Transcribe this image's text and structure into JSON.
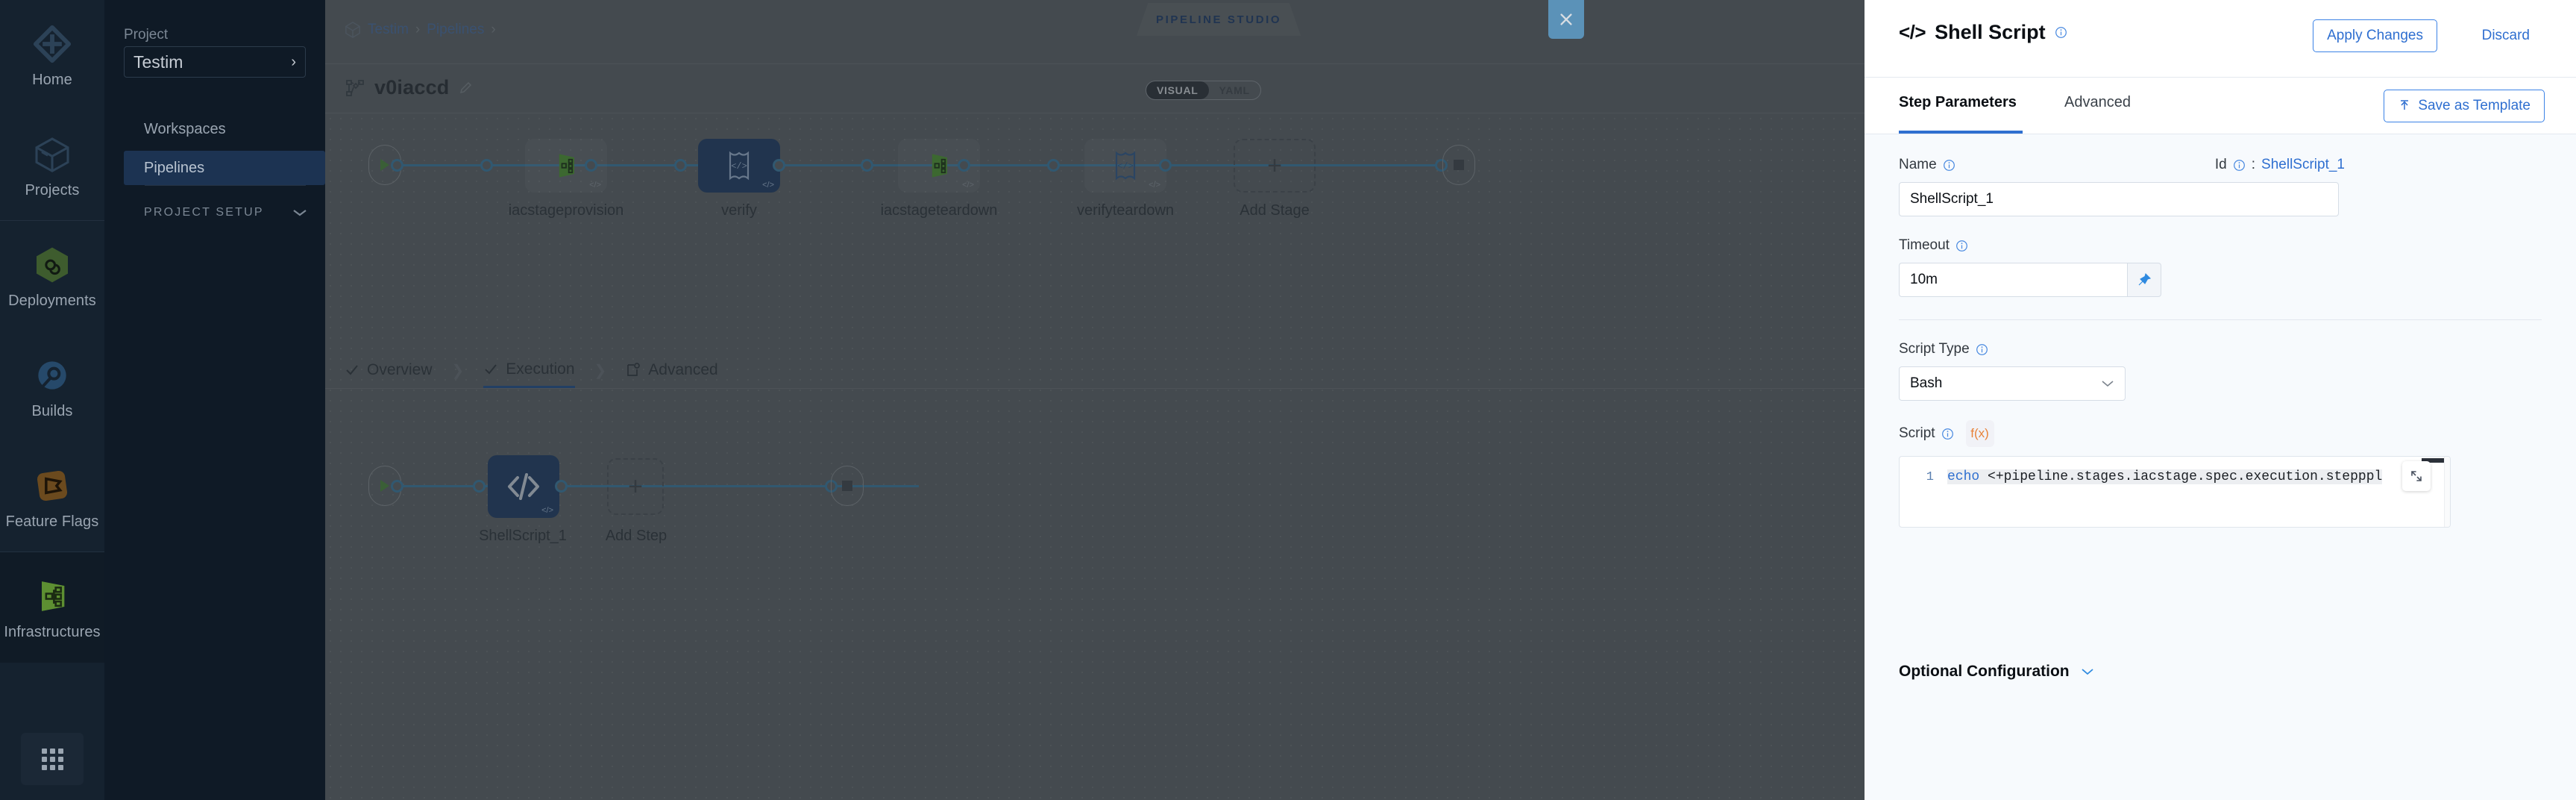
{
  "rail": {
    "items": [
      {
        "label": "Home",
        "icon": "home-diamond-icon"
      },
      {
        "label": "Projects",
        "icon": "cube-icon"
      },
      {
        "label": "Deployments",
        "icon": "infinity-hex-icon"
      },
      {
        "label": "Builds",
        "icon": "build-circle-icon"
      },
      {
        "label": "Feature Flags",
        "icon": "flag-icon"
      },
      {
        "label": "Infrastructures",
        "icon": "infrastructure-icon"
      }
    ],
    "bottom_icon": "app-grid-icon"
  },
  "projnav": {
    "section_label": "Project",
    "project_name": "Testim",
    "items": [
      {
        "label": "Workspaces"
      },
      {
        "label": "Pipelines"
      }
    ],
    "setup_label": "PROJECT SETUP"
  },
  "breadcrumb": {
    "items": [
      "Testim",
      "Pipelines"
    ],
    "separator": "›"
  },
  "header": {
    "studio_tag": "PIPELINE STUDIO",
    "pipeline_name": "v0iaccd",
    "toggle": {
      "visual": "VISUAL",
      "yaml": "YAML",
      "selected": "VISUAL"
    },
    "close_icon": "close-icon"
  },
  "stages": {
    "nodes": [
      {
        "label": "iacstageprovision",
        "type": "infrastructure",
        "selected": false
      },
      {
        "label": "verify",
        "type": "script",
        "selected": true
      },
      {
        "label": "iacstageteardown",
        "type": "infrastructure",
        "selected": false
      },
      {
        "label": "verifyteardown",
        "type": "script",
        "selected": false
      }
    ],
    "add_stage_label": "Add Stage"
  },
  "step_tabs": [
    {
      "label": "Overview",
      "icon": "check-icon",
      "active": false
    },
    {
      "label": "Execution",
      "icon": "check-icon",
      "active": true
    },
    {
      "label": "Advanced",
      "icon": "advanced-gear-icon",
      "active": false
    }
  ],
  "steps": {
    "nodes": [
      {
        "label": "ShellScript_1",
        "selected": true
      }
    ],
    "add_step_label": "Add Step"
  },
  "panel": {
    "title": "Shell Script",
    "title_prefix": "</>",
    "apply_label": "Apply Changes",
    "discard_label": "Discard",
    "tabs": [
      {
        "label": "Step Parameters",
        "active": true
      },
      {
        "label": "Advanced",
        "active": false
      }
    ],
    "save_template_label": "Save as Template",
    "fields": {
      "name_label": "Name",
      "name_value": "ShellScript_1",
      "id_label": "Id",
      "id_separator": ":",
      "id_value": "ShellScript_1",
      "timeout_label": "Timeout",
      "timeout_value": "10m",
      "script_type_label": "Script Type",
      "script_type_value": "Bash",
      "script_label": "Script",
      "fx_label": "f(x)",
      "script_line_number": "1",
      "script_keyword": "echo",
      "script_rest": " <+pipeline.stages.iacstage.spec.execution.step",
      "script_tail": "ppl"
    },
    "optional_config_label": "Optional Configuration"
  },
  "colors": {
    "accent_blue": "#2f6fd0",
    "connector_blue": "#3a7ca5",
    "node_selected": "#1c3a66",
    "rail_bg": "#15222f",
    "panel_bg": "#f7fafd",
    "fx_orange": "#e8833a",
    "close_bg": "#5b92b8"
  }
}
